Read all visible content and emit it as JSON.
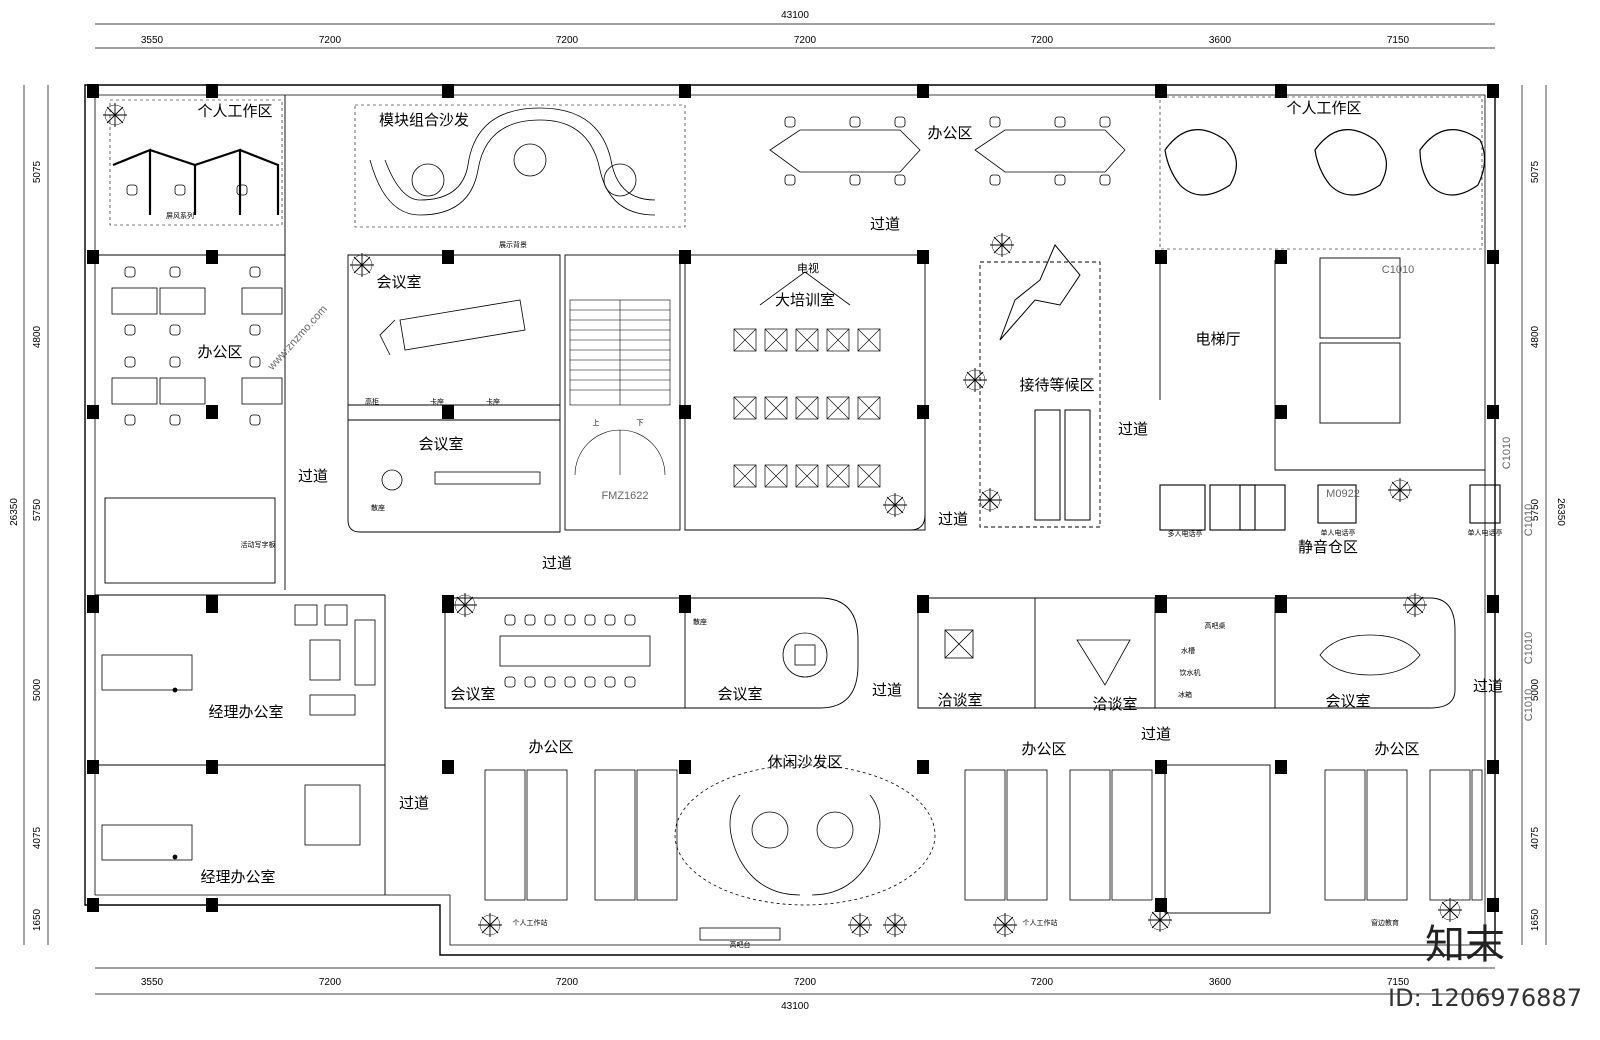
{
  "dimensions": {
    "total_width": "43100",
    "total_height": "26350",
    "top_segments": [
      "3550",
      "7200",
      "7200",
      "7200",
      "7200",
      "3600",
      "7150"
    ],
    "bottom_segments": [
      "3550",
      "7200",
      "7200",
      "7200",
      "7200",
      "3600",
      "7150"
    ],
    "side_segments": [
      "5075",
      "4800",
      "5750",
      "5000",
      "4075",
      "1650"
    ]
  },
  "rooms": {
    "personal_work_left": "个人工作区",
    "screen_series": "屏风系列",
    "modular_sofa": "模块组合沙发",
    "office_top": "办公区",
    "personal_work_right": "个人工作区",
    "corridor_top": "过道",
    "display_backdrop": "展示背景",
    "meeting_a": "会议室",
    "tv": "电视",
    "big_training": "大培训室",
    "reception": "接待等候区",
    "elevator_hall": "电梯厅",
    "corridor_right": "过道",
    "office_left": "办公区",
    "corridor_left": "过道",
    "meeting_b": "会议室",
    "booth_seat_1": "卡座",
    "booth_seat_2": "卡座",
    "high_cabinet": "高柜",
    "scatter_seat_1": "散座",
    "whiteboard": "活动写字板",
    "stair_up": "上",
    "stair_down": "下",
    "door_fmz": "FMZ1622",
    "corridor_mid_right": "过道",
    "corridor_mid": "过道",
    "multi_phone_booth": "多人电话亭",
    "single_phone_booth_1": "单人电话亭",
    "single_phone_booth_2": "单人电话亭",
    "door_m": "M0922",
    "quiet_pods": "静音仓区",
    "window_c1": "C1010",
    "window_c2": "C1010",
    "window_c3": "C1010",
    "window_c4": "C1010",
    "window_c5": "C1010",
    "manager_office_1": "经理办公室",
    "meeting_c": "会议室",
    "scatter_seat_2": "散座",
    "meeting_d": "会议室",
    "corridor_center": "过道",
    "negotiation_1": "洽谈室",
    "negotiation_2": "洽谈室",
    "sink": "水槽",
    "high_table": "高吧桌",
    "water_dispenser": "饮水机",
    "fridge": "冰箱",
    "meeting_e": "会议室",
    "corridor_far_right": "过道",
    "corridor_bottom": "过道",
    "corridor_lower_left": "过道",
    "office_b1": "办公区",
    "lounge_sofa": "休闲沙发区",
    "office_b2": "办公区",
    "office_b3": "办公区",
    "manager_office_2": "经理办公室",
    "personal_station_1": "个人工作站",
    "high_bar": "高吧台",
    "personal_station_2": "个人工作站",
    "window_reading": "窗边教育"
  },
  "watermark": {
    "logo": "知末",
    "id": "ID: 1206976887",
    "site": "www.znzmo.com"
  }
}
